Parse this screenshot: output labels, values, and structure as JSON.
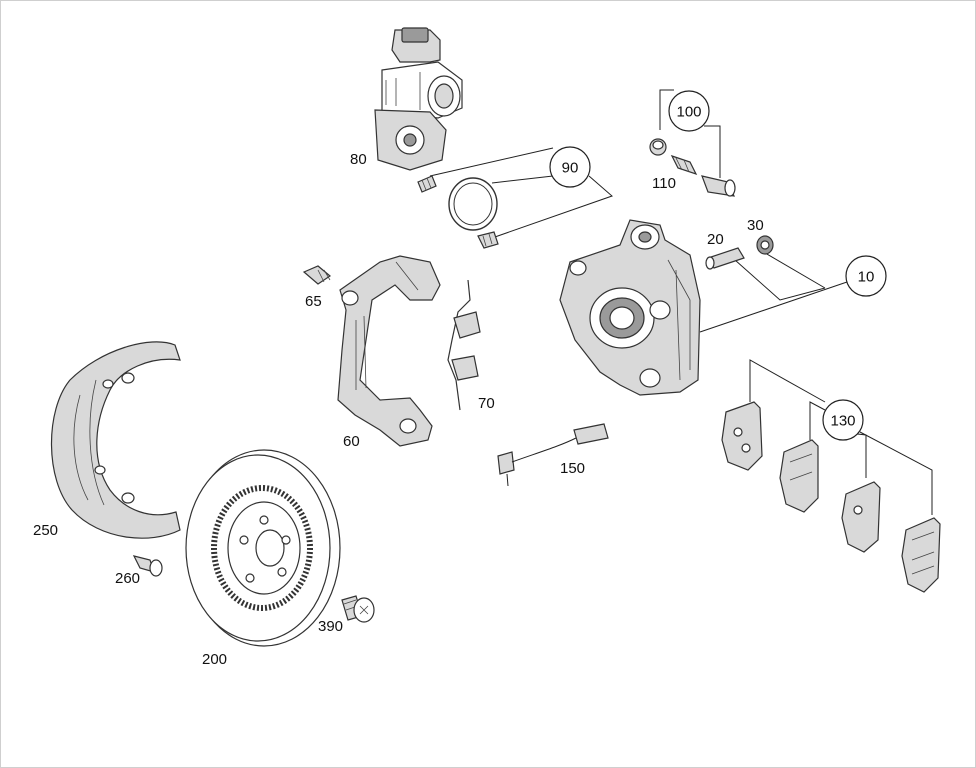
{
  "labels": {
    "p10": "10",
    "p20": "20",
    "p30": "30",
    "p60": "60",
    "p65": "65",
    "p70": "70",
    "p80": "80",
    "p90": "90",
    "p100": "100",
    "p110": "110",
    "p130": "130",
    "p150": "150",
    "p200": "200",
    "p250": "250",
    "p260": "260",
    "p390": "390"
  }
}
